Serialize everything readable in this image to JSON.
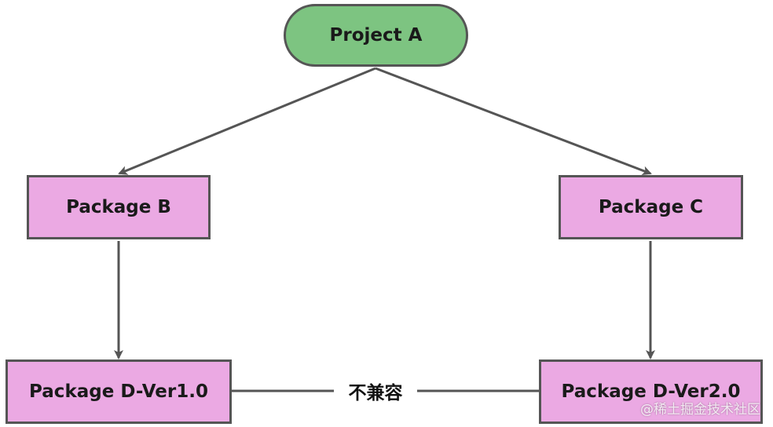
{
  "colors": {
    "start_fill": "#7dc481",
    "package_fill": "#eba9e3",
    "stroke": "#555555"
  },
  "nodes": {
    "project_a": "Project A",
    "package_b": "Package B",
    "package_c": "Package C",
    "package_d_v1": "Package D-Ver1.0",
    "package_d_v2": "Package D-Ver2.0"
  },
  "edges": [
    {
      "from": "Project A",
      "to": "Package B"
    },
    {
      "from": "Project A",
      "to": "Package C"
    },
    {
      "from": "Package B",
      "to": "Package D-Ver1.0"
    },
    {
      "from": "Package C",
      "to": "Package D-Ver2.0"
    }
  ],
  "conflict": {
    "between": [
      "Package D-Ver1.0",
      "Package D-Ver2.0"
    ],
    "label": "不兼容"
  },
  "watermark": "@稀土掘金技术社区"
}
